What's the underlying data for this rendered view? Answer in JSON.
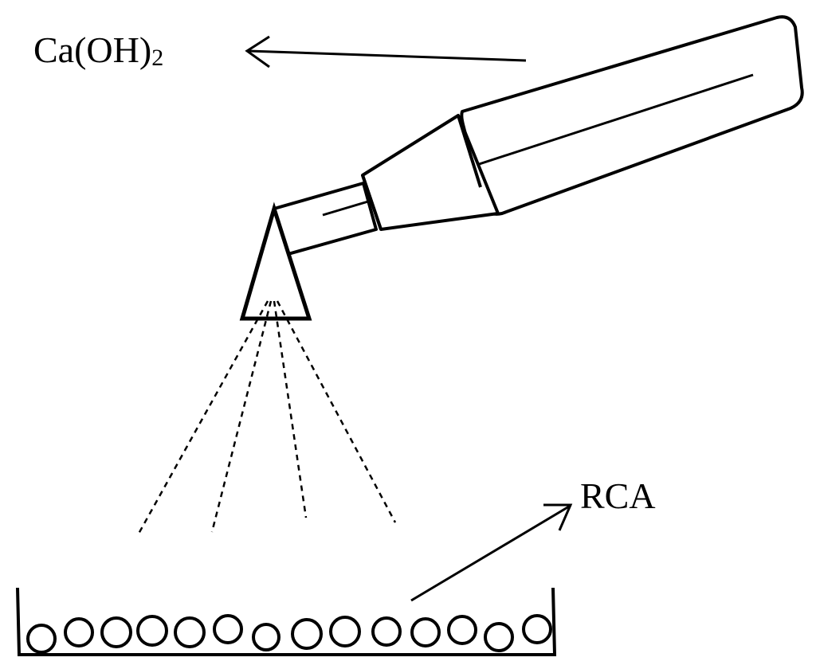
{
  "labels": {
    "reagent_main": "Ca(OH)",
    "reagent_subscript": "2",
    "aggregate": "RCA"
  },
  "icons": {
    "sprayer": "spray-bottle-icon",
    "nozzle": "nozzle-cone-icon",
    "tray": "tray-icon",
    "particles": "aggregate-particle-icon"
  },
  "colors": {
    "stroke": "#000000",
    "background": "#ffffff"
  }
}
